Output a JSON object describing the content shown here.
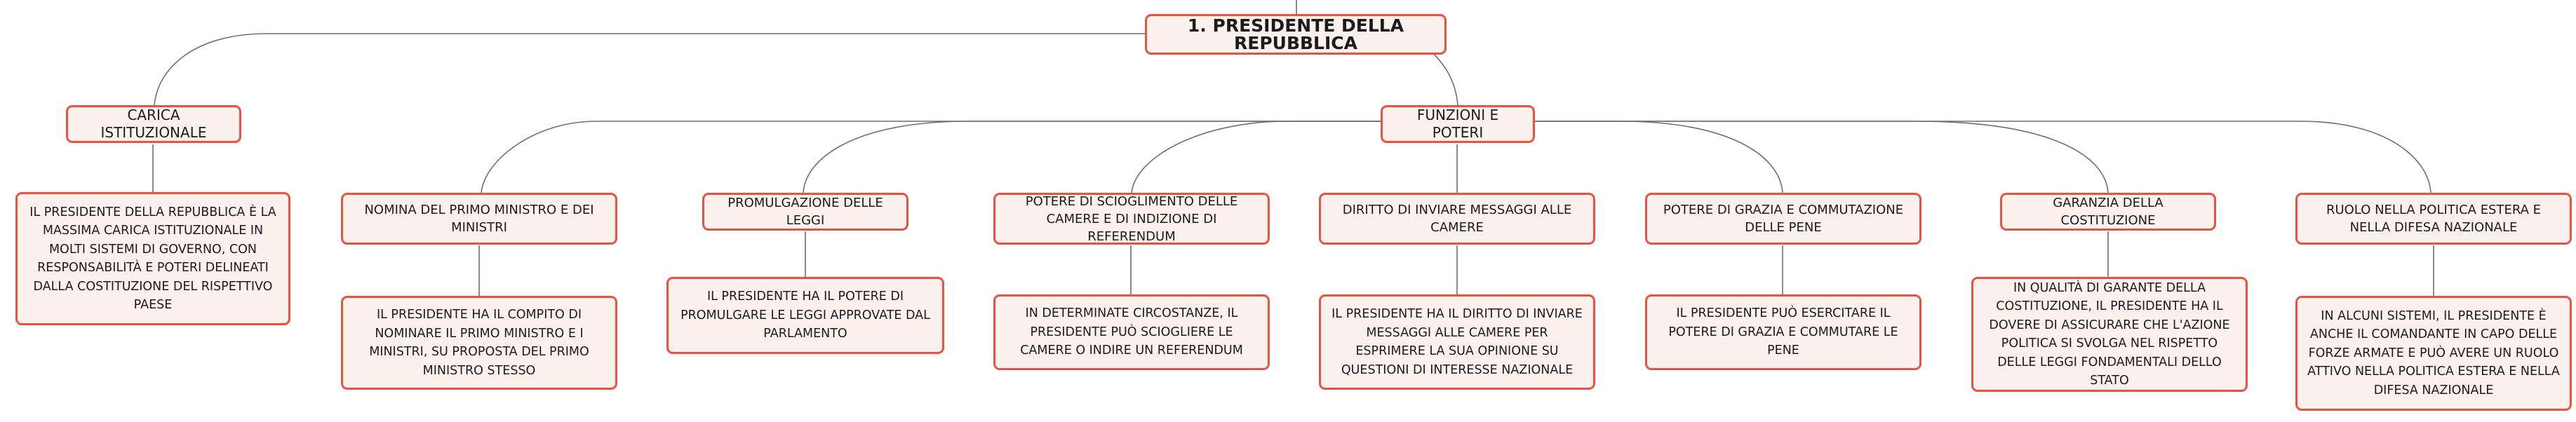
{
  "root": {
    "label": "1. PRESIDENTE DELLA REPUBBLICA"
  },
  "carica": {
    "label": "CARICA ISTITUZIONALE",
    "detail": "IL PRESIDENTE DELLA REPUBBLICA È LA MASSIMA CARICA ISTITUZIONALE IN MOLTI SISTEMI DI GOVERNO, CON RESPONSABILITÀ E POTERI DELINEATI DALLA COSTITUZIONE DEL RISPETTIVO PAESE"
  },
  "funzioni": {
    "label": "FUNZIONI E POTERI",
    "items": [
      {
        "label": "NOMINA DEL PRIMO MINISTRO E DEI MINISTRI",
        "detail": "IL PRESIDENTE HA IL COMPITO DI NOMINARE IL PRIMO MINISTRO E I MINISTRI, SU PROPOSTA DEL PRIMO MINISTRO STESSO"
      },
      {
        "label": "PROMULGAZIONE DELLE LEGGI",
        "detail": "IL PRESIDENTE HA IL POTERE DI PROMULGARE LE LEGGI APPROVATE DAL PARLAMENTO"
      },
      {
        "label": "POTERE DI SCIOGLIMENTO DELLE CAMERE E DI INDIZIONE DI REFERENDUM",
        "detail": "IN DETERMINATE CIRCOSTANZE, IL PRESIDENTE PUÒ SCIOGLIERE LE CAMERE O INDIRE UN REFERENDUM"
      },
      {
        "label": "DIRITTO DI INVIARE MESSAGGI ALLE CAMERE",
        "detail": "IL PRESIDENTE HA IL DIRITTO DI INVIARE MESSAGGI ALLE CAMERE PER ESPRIMERE LA SUA OPINIONE SU QUESTIONI DI INTERESSE NAZIONALE"
      },
      {
        "label": "POTERE DI GRAZIA E COMMUTAZIONE DELLE PENE",
        "detail": "IL PRESIDENTE PUÒ ESERCITARE IL POTERE DI GRAZIA E COMMUTARE LE PENE"
      },
      {
        "label": "GARANZIA DELLA COSTITUZIONE",
        "detail": "IN QUALITÀ DI GARANTE DELLA COSTITUZIONE, IL PRESIDENTE HA IL DOVERE DI ASSICURARE CHE L'AZIONE POLITICA SI SVOLGA NEL RISPETTO DELLE LEGGI FONDAMENTALI DELLO STATO"
      },
      {
        "label": "RUOLO NELLA POLITICA ESTERA E NELLA DIFESA NAZIONALE",
        "detail": "IN ALCUNI SISTEMI, IL PRESIDENTE È ANCHE IL COMANDANTE IN CAPO DELLE FORZE ARMATE E PUÒ AVERE UN RUOLO ATTIVO NELLA POLITICA ESTERA E NELLA DIFESA NAZIONALE"
      }
    ]
  }
}
